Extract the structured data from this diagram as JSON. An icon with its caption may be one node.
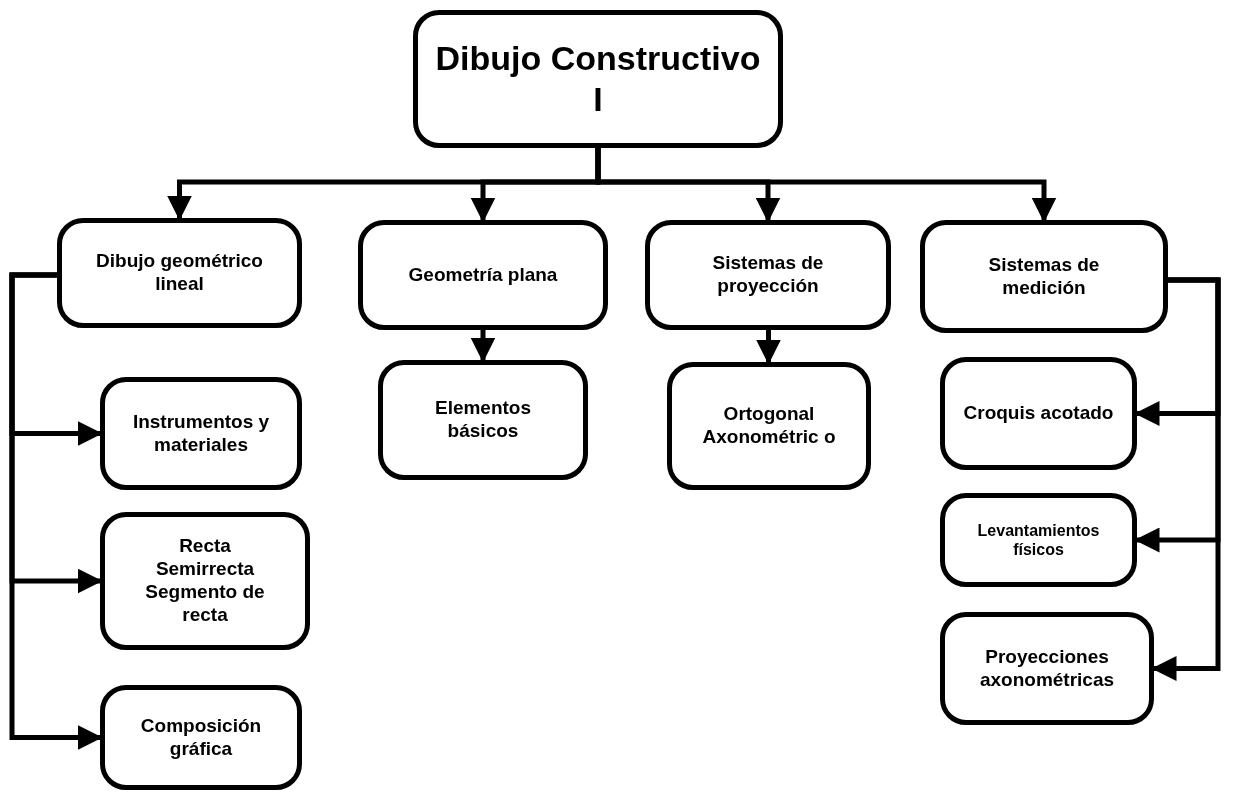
{
  "diagram": {
    "nodes": [
      {
        "text": [
          "Dibujo Constructivo I"
        ]
      },
      {
        "text": [
          "Dibujo geométrico lineal"
        ]
      },
      {
        "text": [
          "Geometría plana"
        ]
      },
      {
        "text": [
          "Sistemas de proyección"
        ]
      },
      {
        "text": [
          "Sistemas de medición"
        ]
      },
      {
        "text": [
          "Instrumentos y materiales"
        ]
      },
      {
        "text": [
          "Recta Semirrecta Segmento de recta"
        ]
      },
      {
        "text": [
          "Composición gráfica"
        ]
      },
      {
        "text": [
          "Elementos básicos"
        ]
      },
      {
        "text": [
          "Ortogonal Axonométric o"
        ]
      },
      {
        "text": [
          "Croquis acotado"
        ]
      },
      {
        "text": [
          "Levantamientos físicos"
        ]
      },
      {
        "text": [
          "Proyecciones axonométricas"
        ]
      }
    ],
    "edges": [
      {
        "from": 0,
        "to": 1,
        "arrow": "to"
      },
      {
        "from": 0,
        "to": 2,
        "arrow": "to"
      },
      {
        "from": 0,
        "to": 3,
        "arrow": "to"
      },
      {
        "from": 0,
        "to": 4,
        "arrow": "to"
      },
      {
        "from": 1,
        "to": 5,
        "arrow": "to"
      },
      {
        "from": 1,
        "to": 6,
        "arrow": "to"
      },
      {
        "from": 1,
        "to": 7,
        "arrow": "to"
      },
      {
        "from": 2,
        "to": 8,
        "arrow": "to"
      },
      {
        "from": 3,
        "to": 9,
        "arrow": "to"
      },
      {
        "from": 4,
        "to": 10,
        "arrow": "to"
      },
      {
        "from": 4,
        "to": 11,
        "arrow": "to"
      },
      {
        "from": 4,
        "to": 12,
        "arrow": "to"
      }
    ]
  }
}
